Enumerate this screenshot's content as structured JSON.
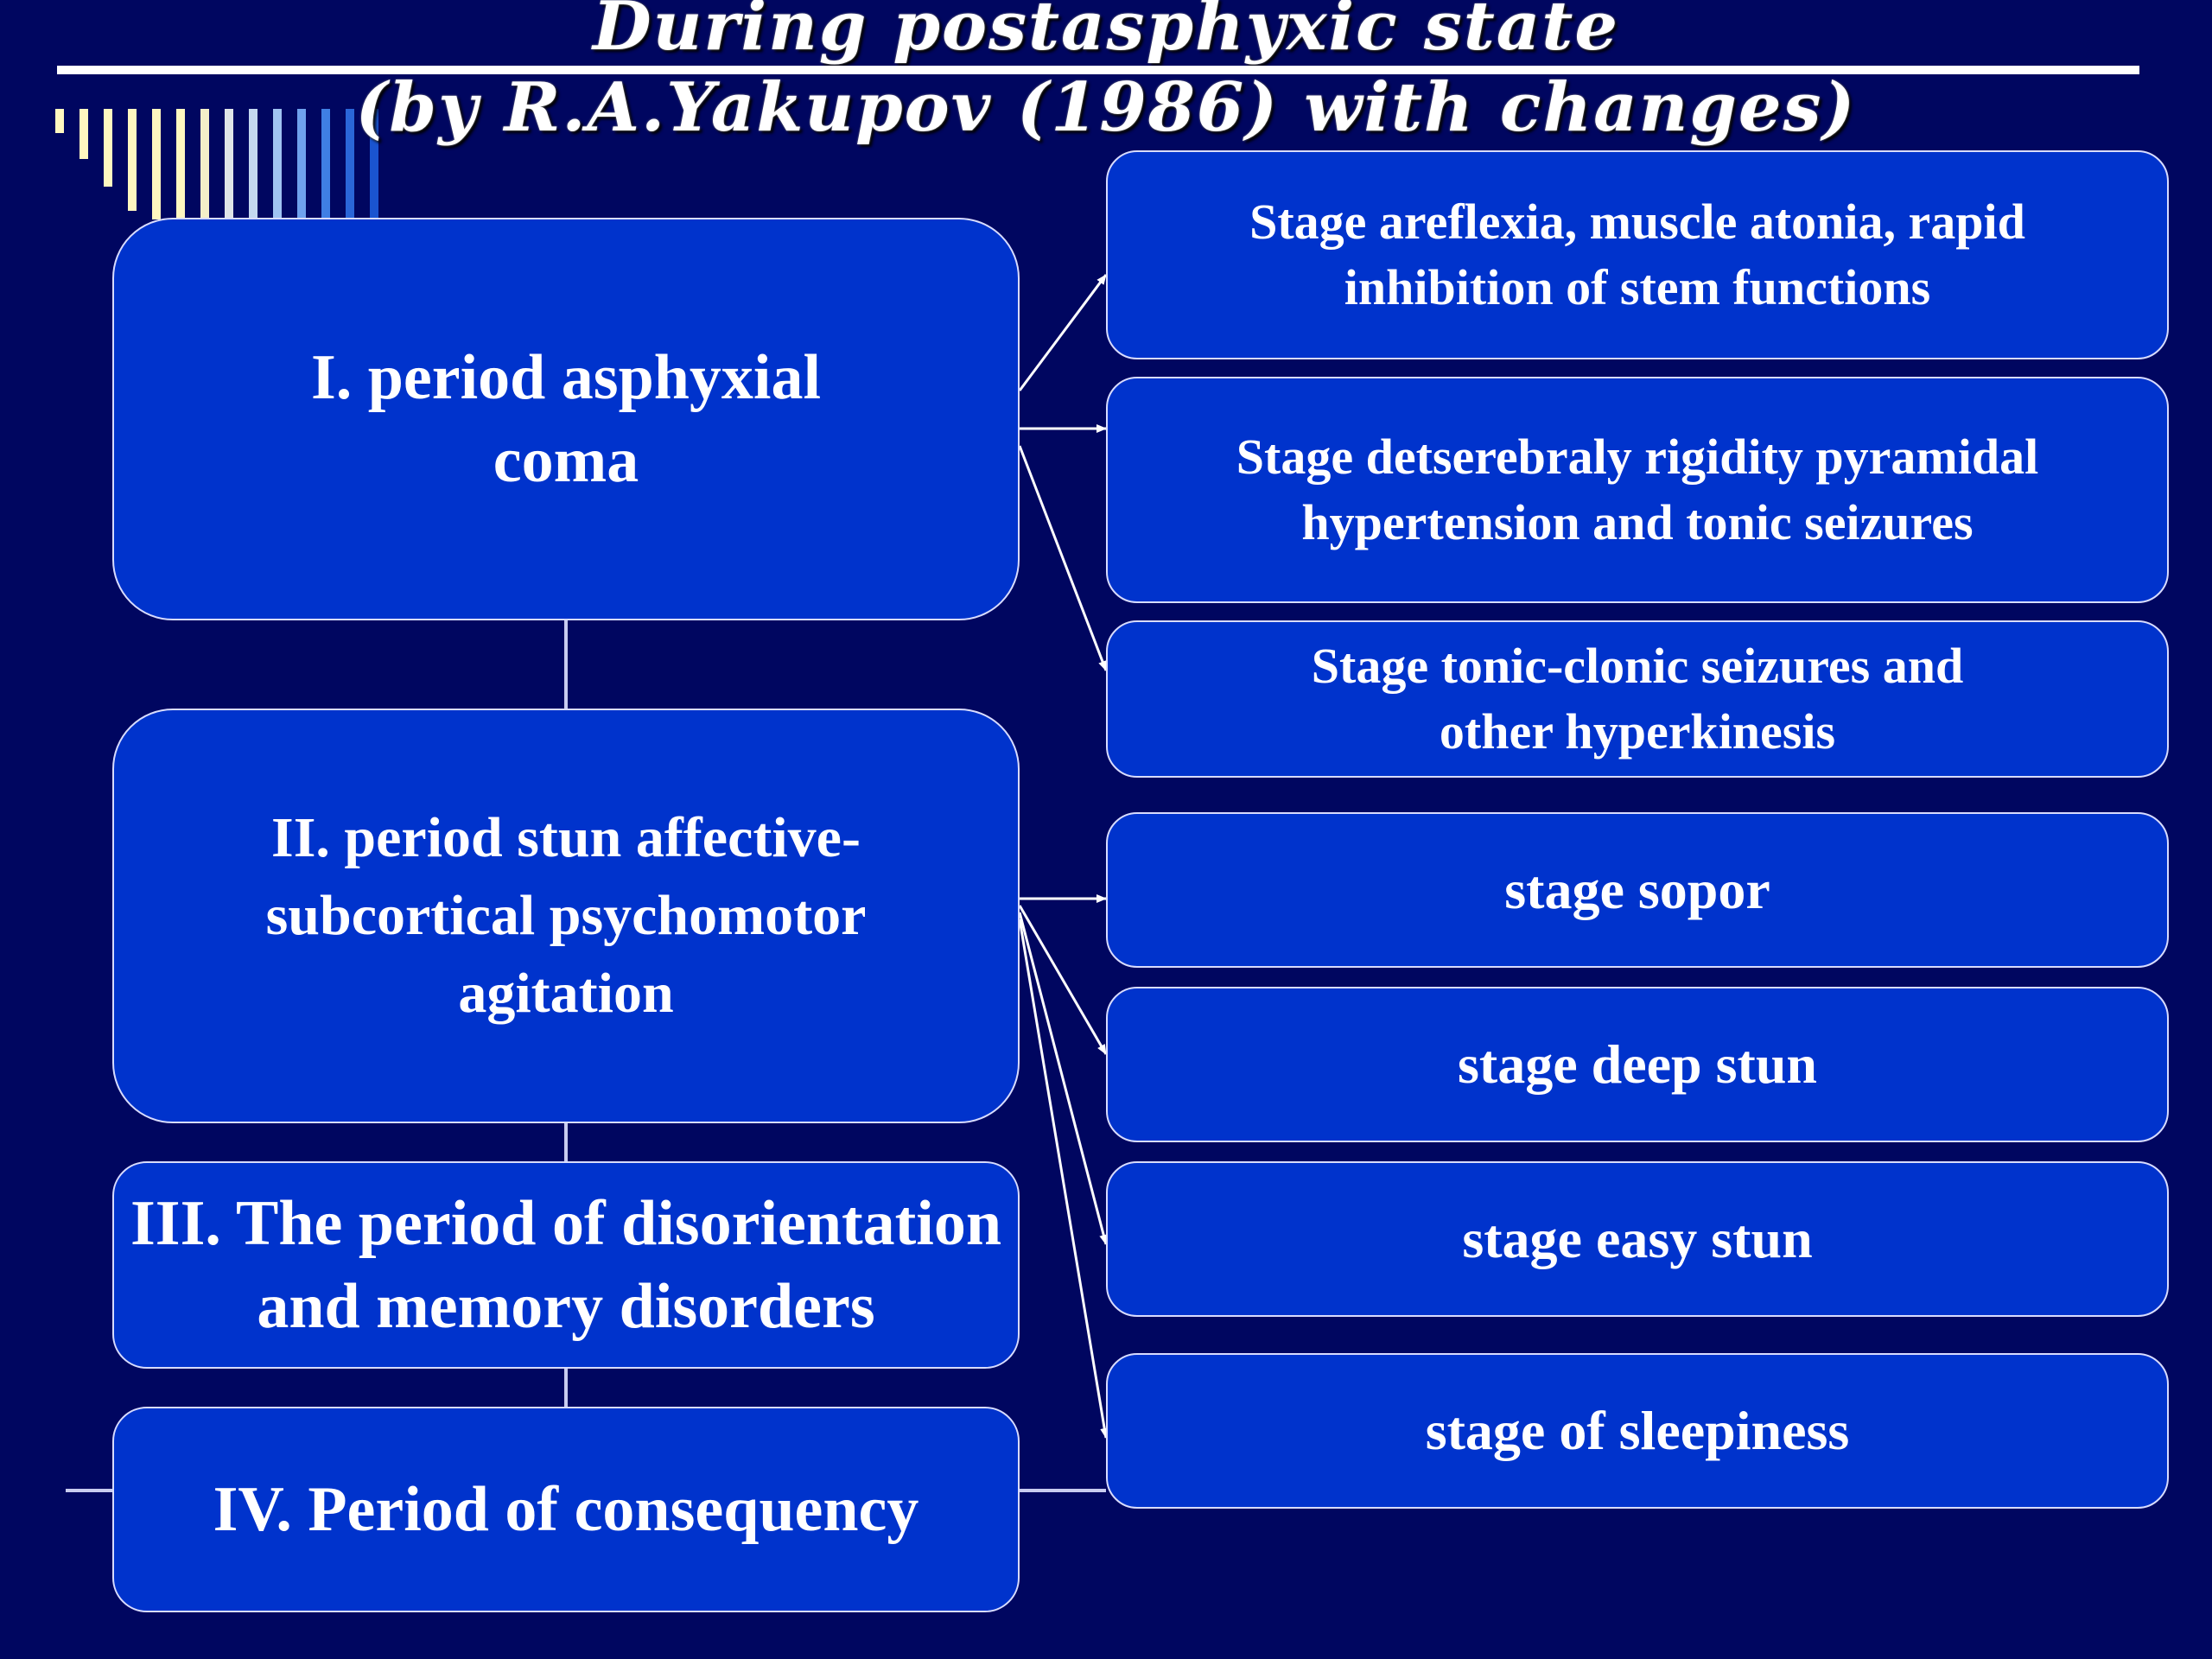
{
  "title": {
    "line1": "During postasphyxic state",
    "line2": "(by R.A.Yakupov (1986) with changes)"
  },
  "colors": {
    "background": "#000660",
    "box_fill": "#0033cc",
    "box_border": "#d8dcff",
    "text": "#ffffff"
  },
  "periods": [
    {
      "label": "I. period asphyxial coma"
    },
    {
      "label": "II. period stun affective-subcortical psychomotor agitation"
    },
    {
      "label": "III. The period of disorientation and memory disorders"
    },
    {
      "label": "IV. Period of consequency"
    }
  ],
  "stages": [
    {
      "label": "Stage areflexia, muscle atonia, rapid inhibition of stem functions"
    },
    {
      "label": "Stage detserebraly rigidity pyramidal hypertension and tonic seizures"
    },
    {
      "label": "Stage tonic-clonic seizures and other hyperkinesis"
    },
    {
      "label": "stage sopor"
    },
    {
      "label": "stage deep stun"
    },
    {
      "label": "stage easy stun"
    },
    {
      "label": "stage of sleepiness"
    }
  ]
}
